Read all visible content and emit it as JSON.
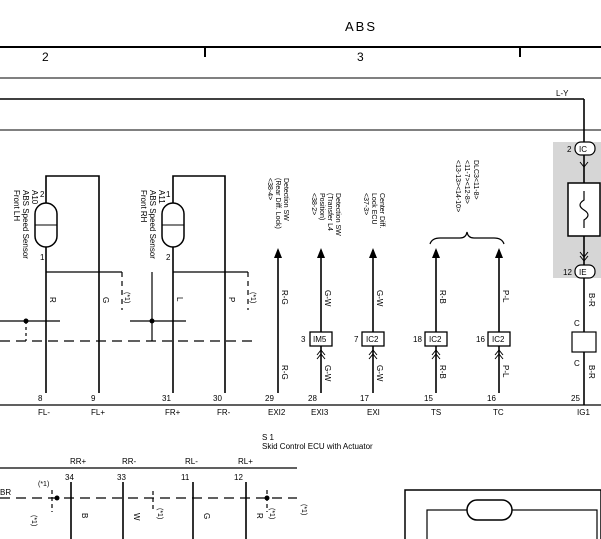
{
  "header": {
    "title": "ABS",
    "col_left": "2",
    "col_right": "3"
  },
  "top_wire": {
    "color": "L-Y"
  },
  "sensors": {
    "fl": {
      "code": "A10",
      "name": "ABS Speed Sensor",
      "loc": "Front LH",
      "pin_top": "2",
      "pin_bottom": "1"
    },
    "fr": {
      "code": "A11",
      "name": "ABS Speed Sensor",
      "loc": "Front RH",
      "pin_top": "1",
      "pin_bottom": "2"
    }
  },
  "switches": {
    "rear_diff": {
      "l1": "Detection SW",
      "l2": "(Rear Diff. Lock)",
      "l3": "<38-4>"
    },
    "transfer": {
      "l1": "Detection SW",
      "l2": "(Transfer L4",
      "l3": "Position)",
      "l4": "<38-2>"
    },
    "center": {
      "l1": "Center Diff.",
      "l2": "Lock ECU",
      "l3": "<37-3>"
    },
    "dlc3": {
      "l1": "DLC3<11-8>",
      "l2": "<11-7><12-8>",
      "l3": "<13-13><14-10>"
    }
  },
  "wire_colors": {
    "fl_r": "R",
    "fl_g": "G",
    "fl_star": "(*1)",
    "fr_l": "L",
    "fr_p": "P",
    "fr_star": "(*1)",
    "exi2_top": "R-G",
    "exi2_bot": "R-G",
    "exi3_top": "G-W",
    "exi3_bot": "G-W",
    "exi_top": "G-W",
    "exi_bot": "G-W",
    "ts_top": "R-B",
    "ts_bot": "R-B",
    "tc_top": "P-L",
    "tc_bot": "P-L",
    "ig1_top": "B-R",
    "ig1_bot": "B-R",
    "ig1_c": "C"
  },
  "connectors": {
    "im5": {
      "pin": "3",
      "label": "IM5"
    },
    "ic2a": {
      "pin": "7",
      "label": "IC2"
    },
    "ic2b": {
      "pin": "18",
      "label": "IC2"
    },
    "ic2c": {
      "pin": "16",
      "label": "IC2"
    },
    "ic_top": {
      "pin": "2",
      "label": "IC"
    },
    "ie_bot": {
      "pin": "12",
      "label": "IE"
    }
  },
  "ecu": {
    "id": "S 1",
    "name": "Skid Control ECU with Actuator",
    "pins": [
      {
        "num": "8",
        "name": "FL-"
      },
      {
        "num": "9",
        "name": "FL+"
      },
      {
        "num": "31",
        "name": "FR+"
      },
      {
        "num": "30",
        "name": "FR-"
      },
      {
        "num": "29",
        "name": "EXI2"
      },
      {
        "num": "28",
        "name": "EXI3"
      },
      {
        "num": "17",
        "name": "EXI"
      },
      {
        "num": "15",
        "name": "TS"
      },
      {
        "num": "16",
        "name": "TC"
      },
      {
        "num": "25",
        "name": "IG1"
      }
    ]
  },
  "rear": {
    "labels": [
      "RR+",
      "RR-",
      "RL-",
      "RL+"
    ],
    "pins": [
      "34",
      "33",
      "11",
      "12"
    ],
    "wires": [
      "B",
      "W",
      "G",
      "R"
    ],
    "left_wire": "BR",
    "stars": [
      "(*1)",
      "(*1)",
      "(*1)",
      "(*1)",
      "(*1)"
    ]
  }
}
